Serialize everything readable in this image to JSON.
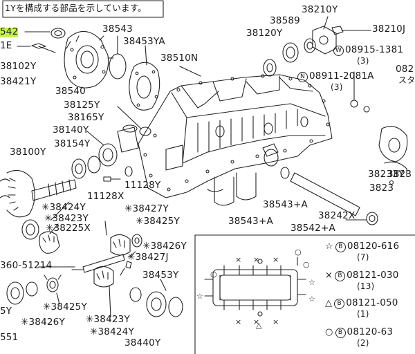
{
  "header": {
    "note_text": "1Yを構成する部品を示しています。"
  },
  "parts": {
    "p_542_top": "542",
    "p_1E": "1E",
    "p_38102Y": "38102Y",
    "p_38421Y": "38421Y",
    "p_38540": "38540",
    "p_38543": "38543",
    "p_38453YA": "38453YA",
    "p_38510N": "38510N",
    "p_38125Y": "38125Y",
    "p_38165Y": "38165Y",
    "p_38140Y": "38140Y",
    "p_38154Y": "38154Y",
    "p_38100Y": "38100Y",
    "p_11128X": "11128X",
    "p_11128Y": "11128Y",
    "p_38424Y_a": "✳38424Y",
    "p_38423Y_a": "✳38423Y",
    "p_38225X": "✳38225X",
    "p_38427Y": "✳38427Y",
    "p_38425Y_a": "✳38425Y",
    "p_38426Y_a": "✳38426Y",
    "p_38427J": "✳38427J",
    "p_360_51214": "360-51214",
    "p_38425Y_b": "✳38425Y",
    "p_38426Y_b": "✳38426Y",
    "p_38423Y_b": "✳38423Y",
    "p_38424Y_b": "✳38424Y",
    "p_38453Y": "38453Y",
    "p_38440Y": "38440Y",
    "p_5Y": "5Y",
    "p_551": "551",
    "p_38210Y": "38210Y",
    "p_38589": "38589",
    "p_38120Y": "38120Y",
    "p_38210J": "38210J",
    "p_08915": "08915-1381",
    "p_08915_qty": "(3)",
    "p_08911": "08911-2081A",
    "p_08911_qty": "(3)",
    "p_082_top": "082",
    "p_082_sub": "スタ",
    "p_38232": "3823",
    "p_38233Y": "38233Y",
    "p_38233_b": "3823",
    "p_38543A_a": "38543+A",
    "p_38242X": "38242X",
    "p_38543A_b": "38543+A",
    "p_38542A": "38542+A"
  },
  "legend": {
    "items": [
      {
        "symbol": "☆",
        "code": "08120-616",
        "qty": "(7)"
      },
      {
        "symbol": "×",
        "code": "08121-030",
        "qty": "(13)"
      },
      {
        "symbol": "△",
        "code": "08121-050",
        "qty": "(1)"
      },
      {
        "symbol": "○",
        "code": "08120-63",
        "qty": "(2)"
      }
    ],
    "prefix_letter": "B",
    "w_letter": "W",
    "n_letter": "N"
  }
}
